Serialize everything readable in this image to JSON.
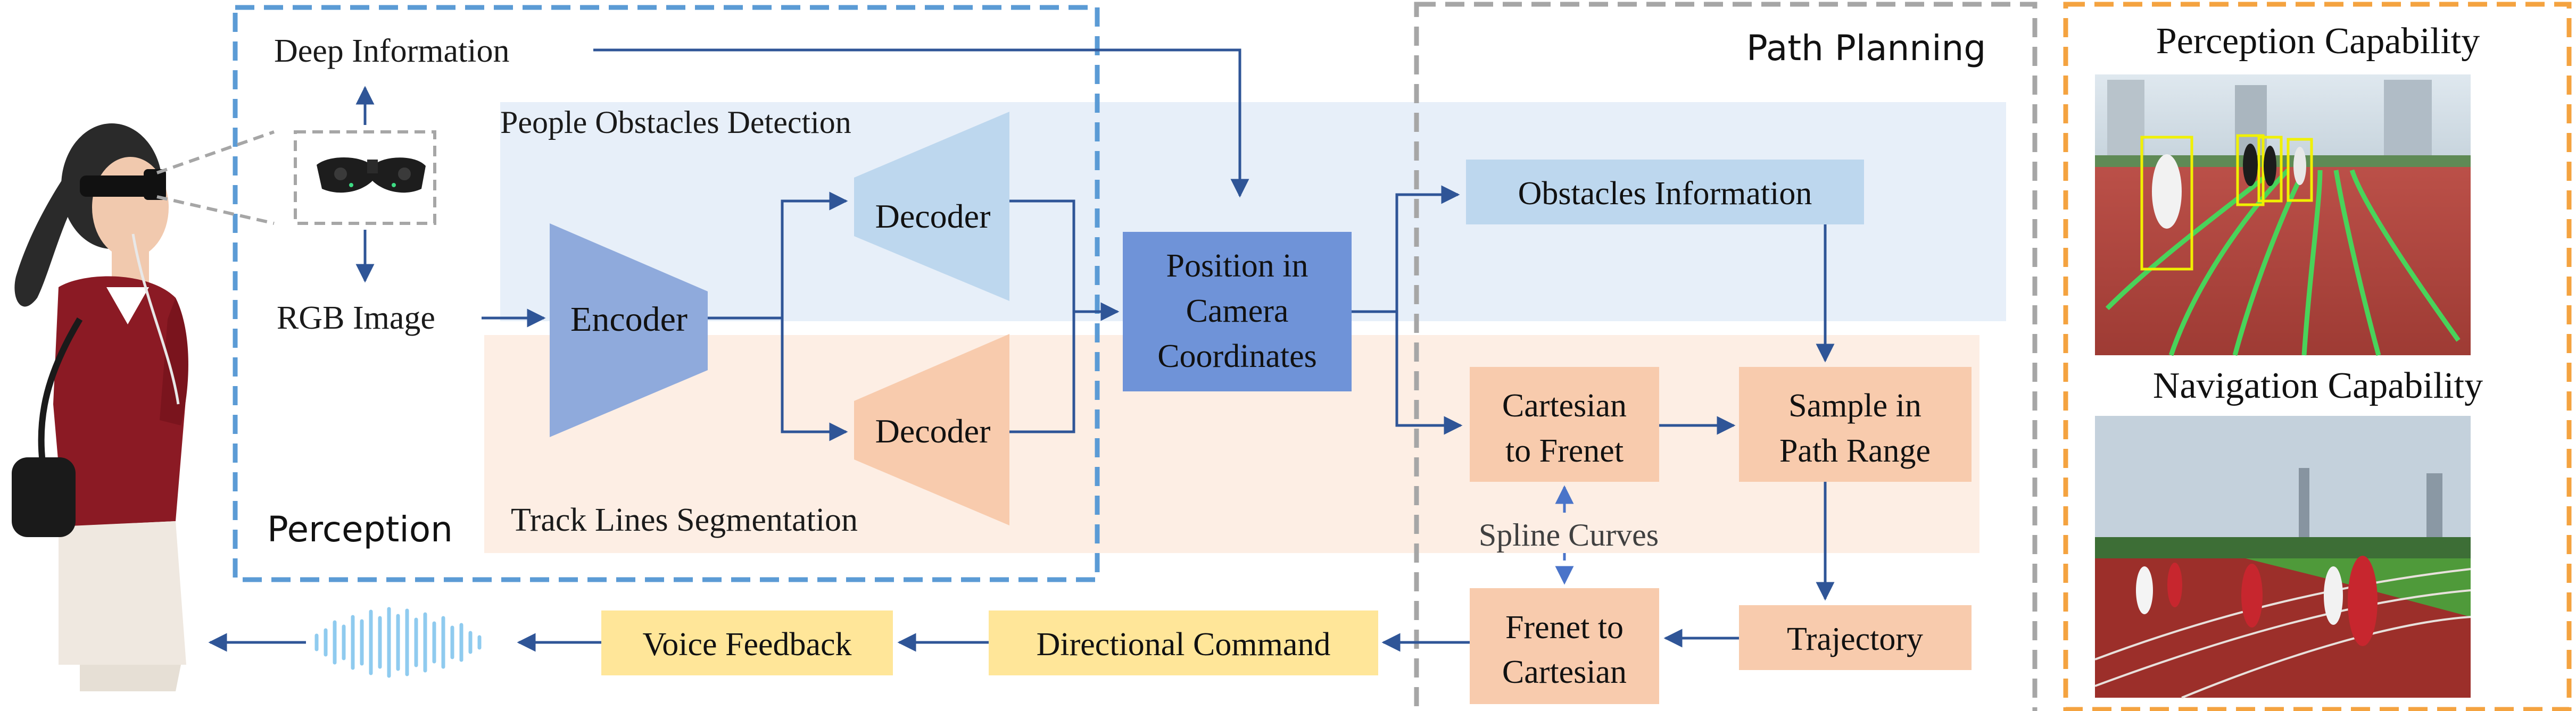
{
  "sections": {
    "perception": "Perception",
    "path_planning": "Path Planning",
    "perception_capability": "Perception Capability",
    "navigation_capability": "Navigation Capability"
  },
  "labels": {
    "deep_information": "Deep Information",
    "rgb_image": "RGB Image",
    "people_obstacles_detection": "People Obstacles Detection",
    "track_lines_segmentation": "Track Lines Segmentation",
    "spline_curves": "Spline Curves"
  },
  "blocks": {
    "encoder": "Encoder",
    "decoder_top": "Decoder",
    "decoder_bottom": "Decoder",
    "position_line1": "Position in",
    "position_line2": "Camera",
    "position_line3": "Coordinates",
    "obstacles_information": "Obstacles Information",
    "cart_to_frenet_line1": "Cartesian",
    "cart_to_frenet_line2": "to Frenet",
    "sample_line1": "Sample in",
    "sample_line2": "Path Range",
    "frenet_to_cart_line1": "Frenet to",
    "frenet_to_cart_line2": "Cartesian",
    "trajectory": "Trajectory",
    "directional_command": "Directional Command",
    "voice_feedback": "Voice Feedback"
  },
  "colors": {
    "perception_border": "#5b9bd5",
    "planning_border": "#a6a6a6",
    "capability_border": "#f4a340",
    "blue_band": "#e7eff9",
    "orange_band": "#fdeee4",
    "encoder_fill": "#8faadc",
    "decoder_blue": "#bdd7ee",
    "decoder_orange": "#f8cbad",
    "position_fill": "#6f93d8",
    "obstacle_fill": "#bdd7ee",
    "orange_box": "#f8cbad",
    "yellow_box": "#ffe699",
    "arrow": "#2f5597",
    "wave": "#8fcbef"
  },
  "icons": [
    "glasses-device-icon",
    "sound-wave-icon",
    "person-icon"
  ]
}
